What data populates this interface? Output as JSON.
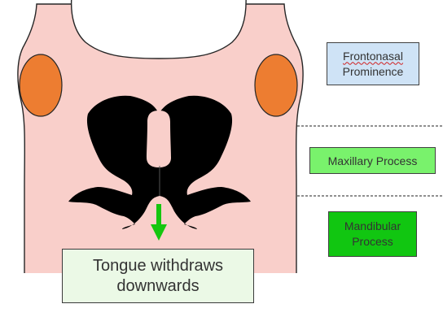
{
  "labels": {
    "frontonasal": {
      "line1": "Frontonasal",
      "line2": "Prominence"
    },
    "maxillary": {
      "text": "Maxillary Process"
    },
    "mandibular": {
      "line1": "Mandibular",
      "line2": "Process"
    }
  },
  "caption": {
    "line1": "Tongue withdraws",
    "line2": "downwards"
  },
  "colors": {
    "face": "#f9cfca",
    "prominence": "#ed7d31",
    "cavity": "#000000",
    "arrow": "#15c60f",
    "frontonasal_box": "#cfe3f6",
    "maxillary_box": "#79f26c",
    "mandibular_box": "#11c611",
    "caption_box": "#ebf9e6"
  },
  "icons": {
    "arrow": "arrow-down-icon"
  }
}
